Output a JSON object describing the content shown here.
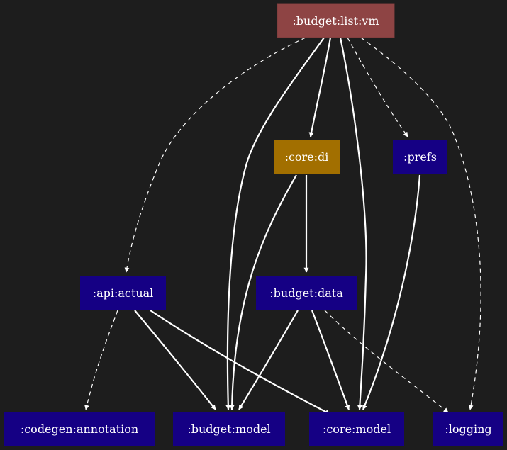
{
  "colors": {
    "background": "#1d1d1d",
    "edge": "#ffffff",
    "root_node": "#8e4444",
    "di_node": "#a26f00",
    "module_node": "#150084"
  },
  "nodes": {
    "budget_list_vm": ":budget:list:vm",
    "core_di": ":core:di",
    "prefs": ":prefs",
    "api_actual": ":api:actual",
    "budget_data": ":budget:data",
    "codegen_annotation": ":codegen:annotation",
    "budget_model": ":budget:model",
    "core_model": ":core:model",
    "logging": ":logging"
  },
  "edges": [
    {
      "from": "budget_list_vm",
      "to": "api_actual",
      "style": "dashed"
    },
    {
      "from": "budget_list_vm",
      "to": "budget_model",
      "style": "solid"
    },
    {
      "from": "budget_list_vm",
      "to": "core_di",
      "style": "solid"
    },
    {
      "from": "budget_list_vm",
      "to": "core_model",
      "style": "solid"
    },
    {
      "from": "budget_list_vm",
      "to": "prefs",
      "style": "dashed"
    },
    {
      "from": "budget_list_vm",
      "to": "logging",
      "style": "dashed"
    },
    {
      "from": "core_di",
      "to": "budget_model",
      "style": "solid"
    },
    {
      "from": "core_di",
      "to": "budget_data",
      "style": "solid"
    },
    {
      "from": "prefs",
      "to": "core_model",
      "style": "solid"
    },
    {
      "from": "api_actual",
      "to": "codegen_annotation",
      "style": "dashed"
    },
    {
      "from": "api_actual",
      "to": "budget_model",
      "style": "solid"
    },
    {
      "from": "api_actual",
      "to": "core_model",
      "style": "solid"
    },
    {
      "from": "budget_data",
      "to": "budget_model",
      "style": "solid"
    },
    {
      "from": "budget_data",
      "to": "core_model",
      "style": "solid"
    },
    {
      "from": "budget_data",
      "to": "logging",
      "style": "dashed"
    }
  ]
}
